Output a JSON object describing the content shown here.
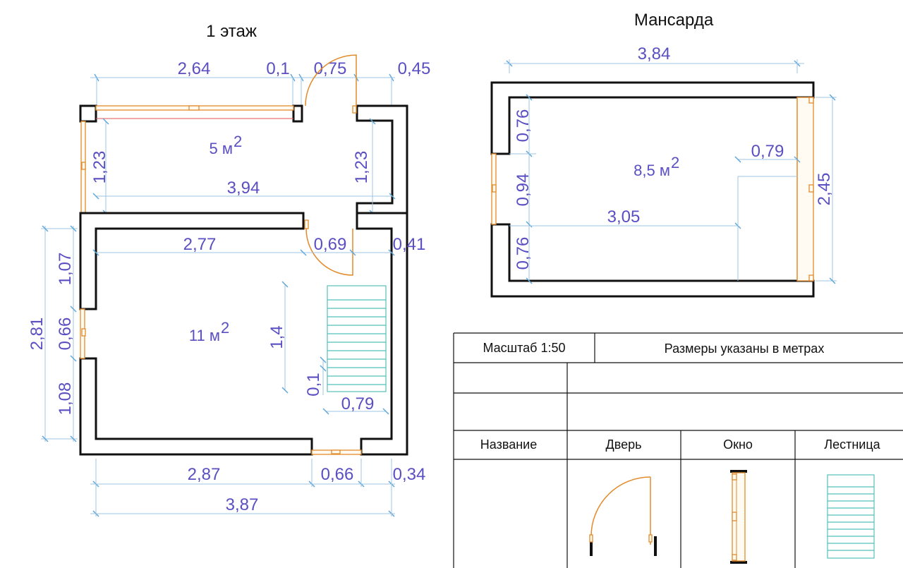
{
  "titles": {
    "floor1": "1 этаж",
    "attic": "Мансарда"
  },
  "floor1": {
    "dims": {
      "top_264": "2,64",
      "top_01": "0,1",
      "top_075": "0,75",
      "top_045": "0,45",
      "v_123_left": "1,23",
      "h_394": "3,94",
      "v_123_right": "1,23",
      "v_107": "1,07",
      "v_281": "2,81",
      "v_066": "0,66",
      "v_108": "1,08",
      "h_277": "2,77",
      "h_069": "0,69",
      "h_041": "0,41",
      "v_14": "1,4",
      "v_01": "0,1",
      "h_079": "0,79",
      "bot_287": "2,87",
      "bot_066": "0,66",
      "bot_034": "0,34",
      "bot_387": "3,87"
    },
    "areas": {
      "room_top": "5 м",
      "room_main": "11 м",
      "sup": "2"
    }
  },
  "attic": {
    "dims": {
      "top_384": "3,84",
      "v_076_top": "0,76",
      "v_094": "0,94",
      "v_076_bot": "0,76",
      "h_079": "0,79",
      "h_305": "3,05",
      "v_245": "2,45"
    },
    "areas": {
      "room": "8,5 м",
      "sup": "2"
    }
  },
  "title_block": {
    "scale": "Масштаб 1:50",
    "units_note": "Размеры указаны в метрах",
    "legend": {
      "name": "Название",
      "door": "Дверь",
      "window": "Окно",
      "stairs": "Лестница"
    }
  },
  "colors": {
    "wall": "#111111",
    "dimension_text": "#5a4fc2",
    "dimension_line": "#9cc6e6",
    "window_door": "#e38b2a",
    "stairs": "#55c0bc"
  }
}
